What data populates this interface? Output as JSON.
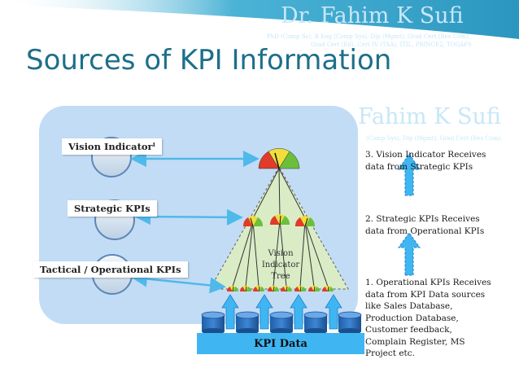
{
  "watermark": {
    "name": "Dr. Fahim K Sufi",
    "name_partial": "Fahim K Sufi",
    "credentials_line1": "PhD (Comp Sc), B Eng (Comp Sys), Dip (Mgmt), Grad Cert (Res Com),",
    "credentials_line2": "Grad Cert (Ed), Cert IV (TAA), ITIL, PRINCE2, TOGAF9",
    "credentials_partial": "(Comp Sys), Dip (Mgmt), Grad Cert (Res Com),"
  },
  "slide": {
    "title": "Sources of KPI Information"
  },
  "tiers": {
    "vision": "Vision Indicatorˡ",
    "strategic": "Strategic KPIs",
    "tactical": "Tactical / Operational KPIs"
  },
  "tree_label": {
    "line1": "Vision",
    "line2": "Indicator",
    "line3": "Tree"
  },
  "kpi_data_label": "KPI Data",
  "steps": {
    "step3": [
      "3. Vision Indicator Receives",
      "data from Strategic KPIs"
    ],
    "step2": [
      "2. Strategic KPIs Receives",
      "data from Operational KPIs"
    ],
    "step1": [
      "1. Operational KPIs Receives",
      "data from KPI Data sources",
      "like Sales Database,",
      "Production Database,",
      "Customer feedback,",
      "Complain Register, MS",
      "Project etc."
    ]
  },
  "colors": {
    "title": "#1d6f8a",
    "panel": "#c2dcf6",
    "arrow": "#4fb9ea",
    "gauge_red": "#e03b2b",
    "gauge_yellow": "#f1dd3b",
    "gauge_green": "#6cbf3a"
  }
}
